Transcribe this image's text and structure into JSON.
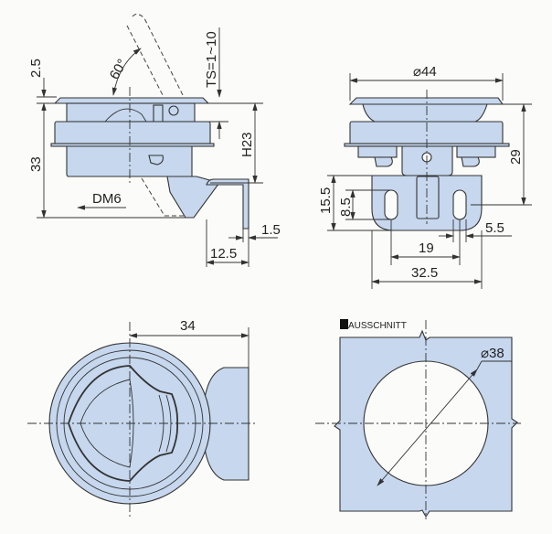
{
  "side_view": {
    "dim_flange": "2.5",
    "dim_height": "33",
    "angle": "60°",
    "thickness": "TS=1~10",
    "dim_h": "H23",
    "thread": "DM6",
    "dim_bracket_thickness": "1.5",
    "dim_bracket_width": "12.5"
  },
  "front_view": {
    "diameter": "⌀44",
    "dim_height": "29",
    "dim_plate": "15.5",
    "dim_slot": "8.5",
    "dim_slot_width": "5.5",
    "dim_slot_spacing": "19",
    "dim_plate_width": "32.5"
  },
  "top_view": {
    "dim_offset": "34"
  },
  "cutout": {
    "label": "AUSSCHNITT",
    "diameter": "⌀38"
  },
  "colors": {
    "part_fill": "#c6d7ee",
    "line": "#333333"
  }
}
